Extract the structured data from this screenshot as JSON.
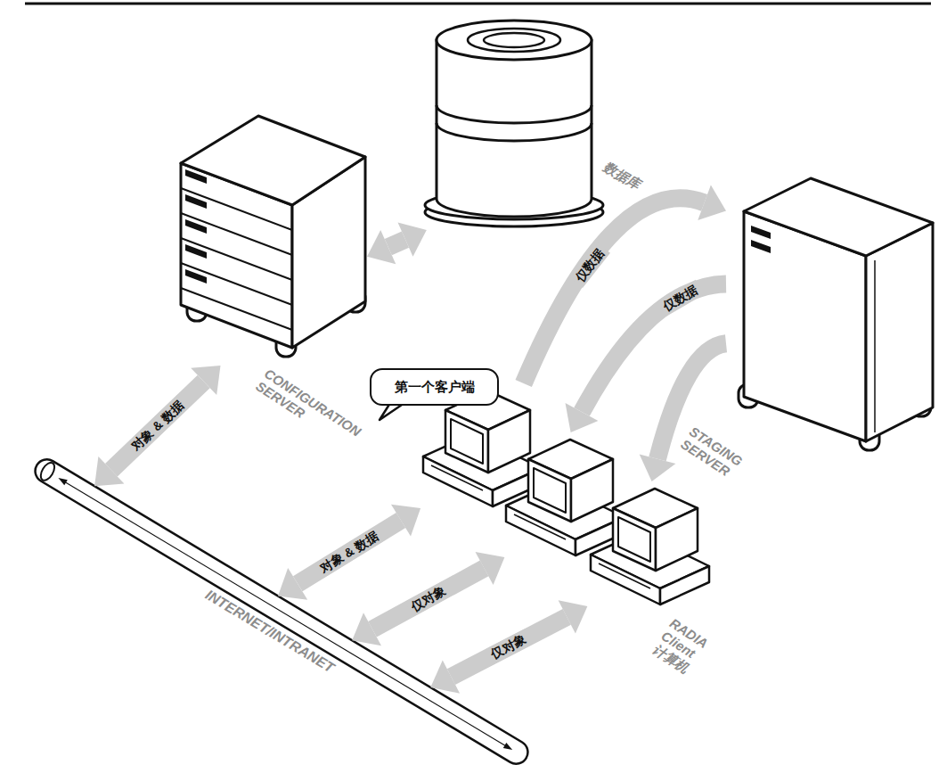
{
  "diagram": {
    "nodes": [
      {
        "text": [
          "CONFIGURATION SERVER"
        ]
      },
      {
        "text": [
          "数据库"
        ]
      },
      {
        "text": [
          "STAGING SERVER"
        ]
      },
      {
        "text": [
          "第一个客户端"
        ]
      },
      {
        "text": []
      },
      {
        "text": [
          "RADIA Client 计算机"
        ]
      },
      {
        "text": [
          "INTERNET/INTRANET"
        ]
      }
    ],
    "edges": [
      {
        "from": 0,
        "to": 1,
        "arrow": "both"
      },
      {
        "from": 0,
        "to": 6,
        "label": "对象 & 数据",
        "arrow": "both"
      },
      {
        "from": 3,
        "to": 2,
        "label": "仅数据",
        "arrow": "to"
      },
      {
        "from": 2,
        "to": 4,
        "label": "仅数据",
        "arrow": "to"
      },
      {
        "from": 2,
        "to": 5,
        "arrow": "to"
      },
      {
        "from": 3,
        "to": 6,
        "label": "对象 & 数据",
        "arrow": "both"
      },
      {
        "from": 4,
        "to": 6,
        "label": "仅对象",
        "arrow": "both"
      },
      {
        "from": 5,
        "to": 6,
        "label": "仅对象",
        "arrow": "both"
      }
    ]
  }
}
